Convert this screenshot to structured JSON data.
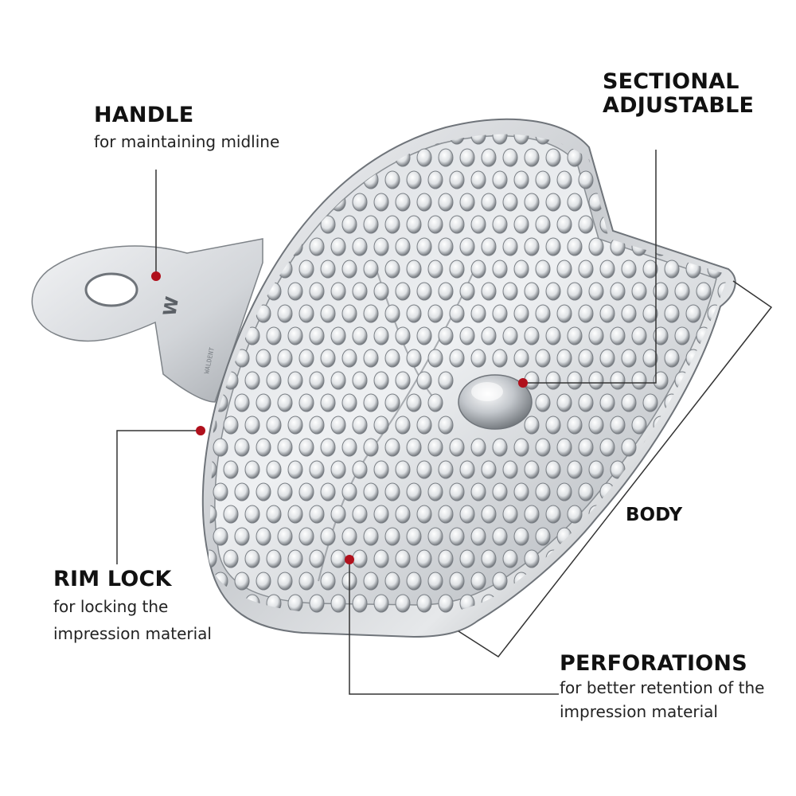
{
  "labels": {
    "handle": {
      "title": "HANDLE",
      "desc": "for maintaining midline"
    },
    "sectional": {
      "title_line1": "SECTIONAL",
      "title_line2": "ADJUSTABLE"
    },
    "body": {
      "title": "BODY"
    },
    "rim_lock": {
      "title": "RIM LOCK",
      "desc_line1": "for locking the",
      "desc_line2": "impression material"
    },
    "perforations": {
      "title": "PERFORATIONS",
      "desc_line1": "for better retention of the",
      "desc_line2": "impression material"
    }
  },
  "handle_engraving": {
    "mark": "W",
    "text": "WALDENT"
  },
  "colors": {
    "marker": "#b0101c",
    "leader_line": "#333333",
    "text": "#111111",
    "steel_light": "#eef0f2",
    "steel_mid": "#b9bdc2",
    "steel_dark": "#6f747a"
  }
}
